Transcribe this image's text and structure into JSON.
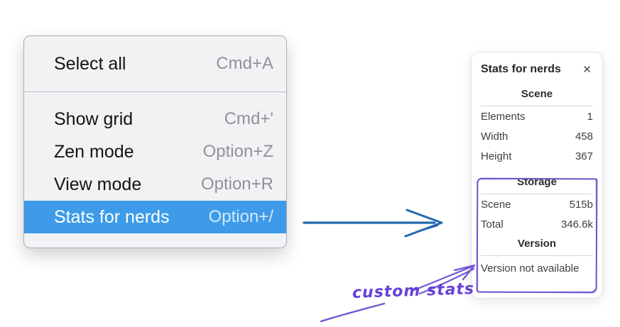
{
  "menu": {
    "items": [
      {
        "label": "Select all",
        "shortcut": "Cmd+A",
        "selected": false
      },
      {
        "label": "Show grid",
        "shortcut": "Cmd+'",
        "selected": false
      },
      {
        "label": "Zen mode",
        "shortcut": "Option+Z",
        "selected": false
      },
      {
        "label": "View mode",
        "shortcut": "Option+R",
        "selected": false
      },
      {
        "label": "Stats for nerds",
        "shortcut": "Option+/",
        "selected": true
      }
    ]
  },
  "stats_panel": {
    "title": "Stats for nerds",
    "sections": [
      {
        "heading": "Scene",
        "rows": [
          {
            "label": "Elements",
            "value": "1"
          },
          {
            "label": "Width",
            "value": "458"
          },
          {
            "label": "Height",
            "value": "367"
          }
        ]
      },
      {
        "heading": "Storage",
        "rows": [
          {
            "label": "Scene",
            "value": "515b"
          },
          {
            "label": "Total",
            "value": "346.6k"
          }
        ]
      },
      {
        "heading": "Version",
        "message": "Version not available"
      }
    ]
  },
  "annotation": {
    "label": "custom stats"
  },
  "icons": {
    "close": "✕"
  },
  "colors": {
    "menu_highlight": "#3d9be9",
    "flow_arrow_blue": "#2268ad",
    "annotation_purple": "#6741d9"
  }
}
